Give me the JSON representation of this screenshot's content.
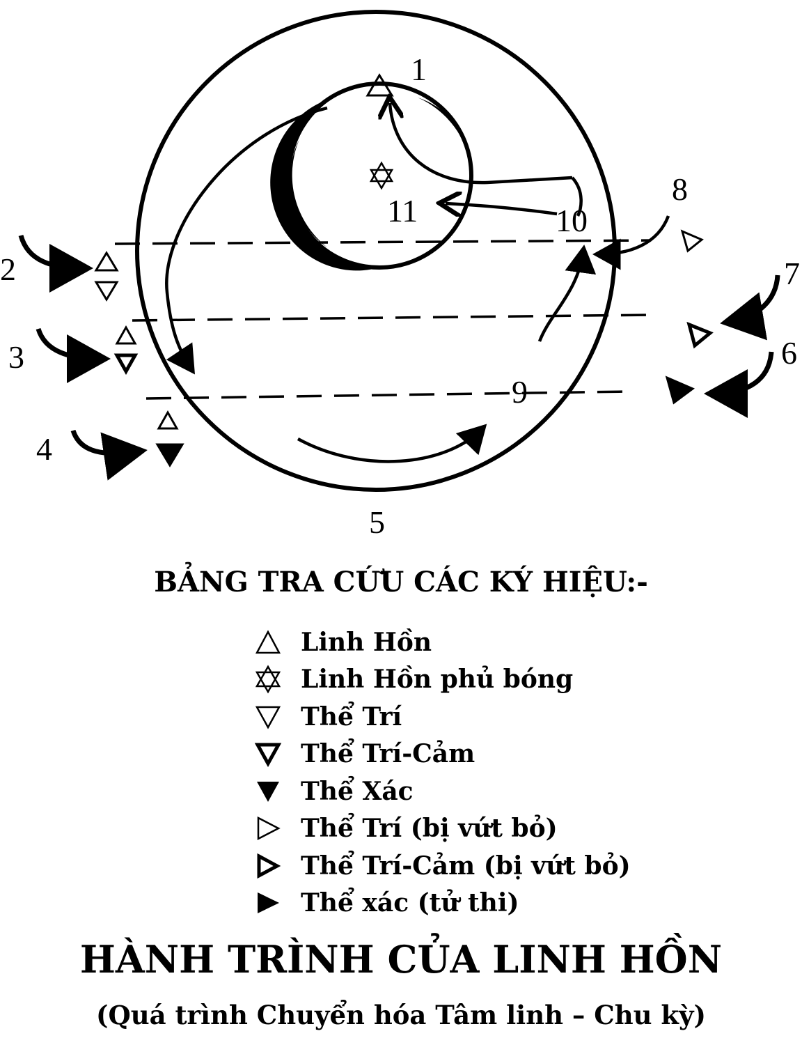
{
  "diagram": {
    "numbers": [
      "1",
      "2",
      "3",
      "4",
      "5",
      "6",
      "7",
      "8",
      "9",
      "10",
      "11"
    ]
  },
  "legend": {
    "title": "BẢNG TRA CỨU CÁC KÝ HIỆU:-",
    "items": [
      {
        "symbol": "triangle-up-outline-icon",
        "label": "Linh Hồn"
      },
      {
        "symbol": "star-of-david-icon",
        "label": "Linh Hồn phủ bóng"
      },
      {
        "symbol": "triangle-down-outline-icon",
        "label": "Thể Trí"
      },
      {
        "symbol": "triangle-down-thick-outline-icon",
        "label": "Thể Trí-Cảm"
      },
      {
        "symbol": "triangle-down-filled-icon",
        "label": "Thể Xác"
      },
      {
        "symbol": "triangle-right-outline-icon",
        "label": "Thể Trí (bị vứt bỏ)"
      },
      {
        "symbol": "triangle-right-thick-outline-icon",
        "label": "Thể Trí-Cảm (bị vứt bỏ)"
      },
      {
        "symbol": "triangle-right-filled-icon",
        "label": "Thể xác (tử thi)"
      }
    ]
  },
  "title": "HÀNH TRÌNH CỦA LINH HỒN",
  "subtitle": "(Quá trình Chuyển hóa Tâm linh – Chu kỳ)"
}
